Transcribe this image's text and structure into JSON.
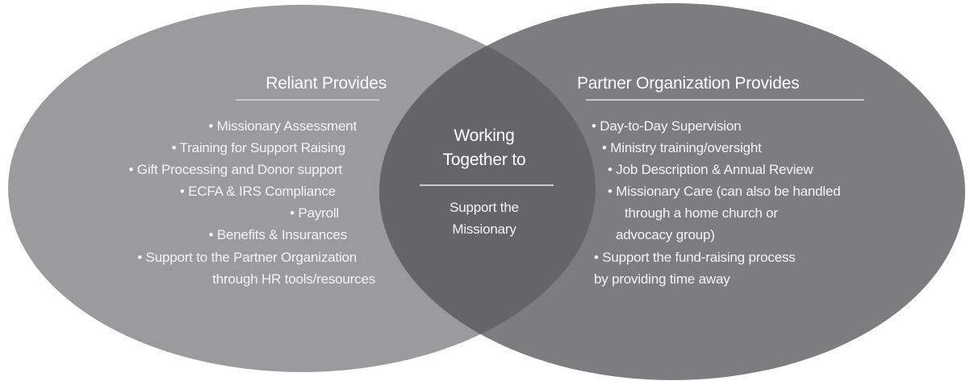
{
  "colors": {
    "left_circle": "#9b9b9d",
    "right_circle": "#7d7d7f",
    "overlap": "#656568",
    "text": "#f4f4f4"
  },
  "left": {
    "heading": "Reliant Provides",
    "items": [
      "• Missionary Assessment",
      "• Training for Support Raising",
      "• Gift Processing and Donor support",
      "• ECFA & IRS Compliance",
      "• Payroll",
      "• Benefits & Insurances",
      "• Support to the Partner Organization",
      "through HR tools/resources"
    ]
  },
  "center": {
    "heading_line1": "Working",
    "heading_line2": "Together to",
    "sub_line1": "Support the",
    "sub_line2": "Missionary"
  },
  "right": {
    "heading": "Partner Organization Provides",
    "items": [
      "•   Day-to-Day Supervision",
      "•  Ministry training/oversight",
      "•  Job Description & Annual Review",
      "•   Missionary Care (can also be handled",
      "through a home church or",
      "advocacy group)",
      "•  Support the fund-raising process",
      "by providing time away"
    ]
  }
}
